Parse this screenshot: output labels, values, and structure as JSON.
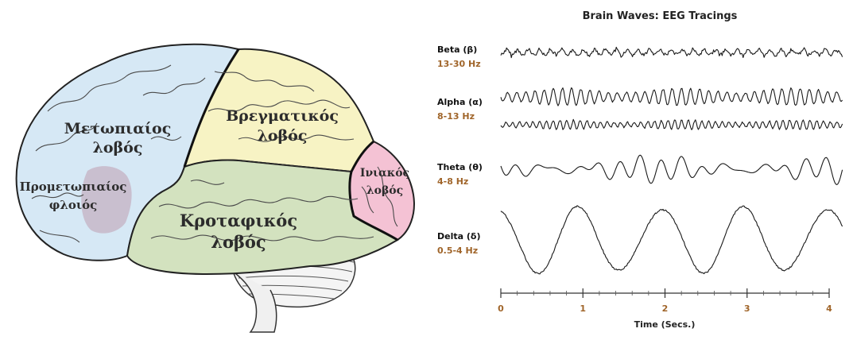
{
  "brain": {
    "lobes": {
      "frontal": {
        "line1": "Μετωπιαίος",
        "line2": "λοβός",
        "color": "#d6e8f5"
      },
      "parietal": {
        "line1": "Βρεγματικός",
        "line2": "λοβός",
        "color": "#f7f3c4"
      },
      "occipital": {
        "line1": "Ινιακός",
        "line2": "λοβός",
        "color": "#f4c2d4"
      },
      "temporal": {
        "line1": "Κροταφικός",
        "line2": "λοβός",
        "color": "#d3e2bf"
      },
      "premotor": {
        "line1": "Προμετωπιαίος",
        "line2": "φλοιός",
        "color": "#c9bfcf"
      }
    }
  },
  "eeg": {
    "title": "Brain Waves: EEG Tracings",
    "waves": [
      {
        "name": "Beta (β)",
        "freq": "13-30 Hz"
      },
      {
        "name": "Alpha (α)",
        "freq": "8-13 Hz"
      },
      {
        "name": "Theta (θ)",
        "freq": "4-8 Hz"
      },
      {
        "name": "Delta (δ)",
        "freq": "0.5-4 Hz"
      }
    ],
    "axis": {
      "title": "Time (Secs.)",
      "ticks": [
        "0",
        "1",
        "2",
        "3",
        "4"
      ]
    }
  }
}
